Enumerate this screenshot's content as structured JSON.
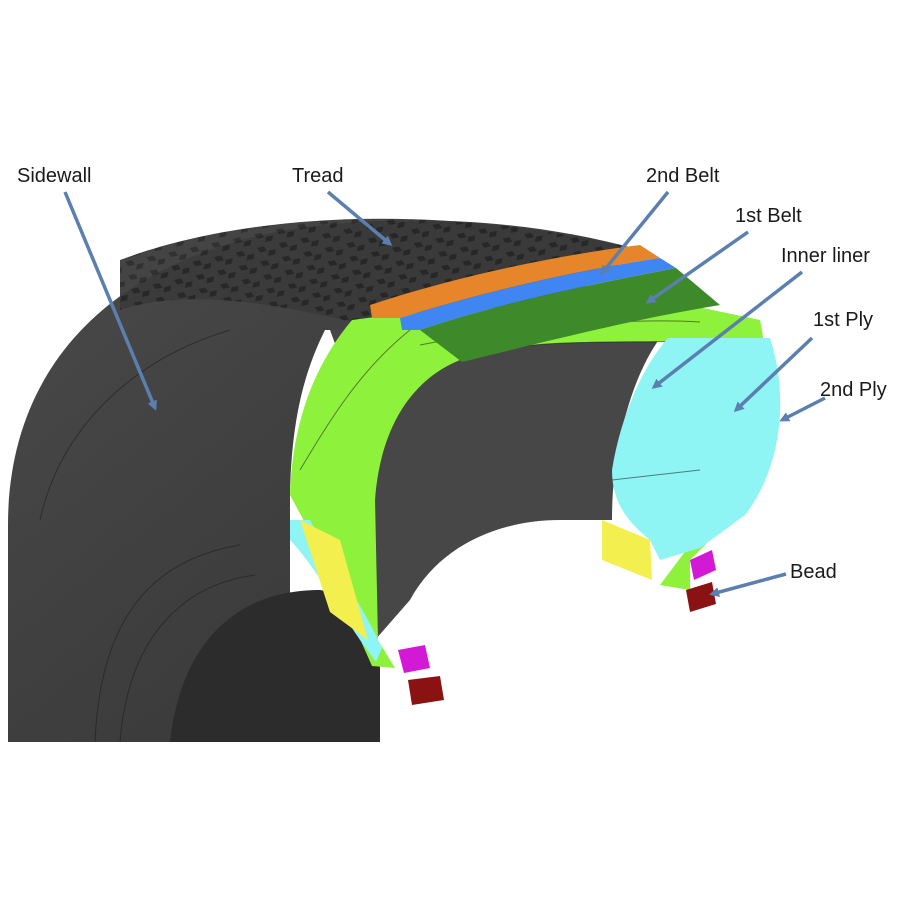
{
  "labels": {
    "sidewall": "Sidewall",
    "tread": "Tread",
    "belt2": "2nd Belt",
    "belt1": "1st Belt",
    "inner_liner": "Inner liner",
    "ply1": "1st Ply",
    "ply2": "2nd Ply",
    "bead": "Bead"
  },
  "colors": {
    "rubber": "#3c3c3c",
    "arrow": "#5b7fae",
    "belt2": "#e6852a",
    "belt1": "#3f86f2",
    "cap": "#3e8a2a",
    "ply_green": "#8ef23c",
    "ply_cyan": "#8ef4f4",
    "filler": "#f3ef4e",
    "bead_pink": "#d21ad6",
    "bead_core": "#8a1212"
  }
}
